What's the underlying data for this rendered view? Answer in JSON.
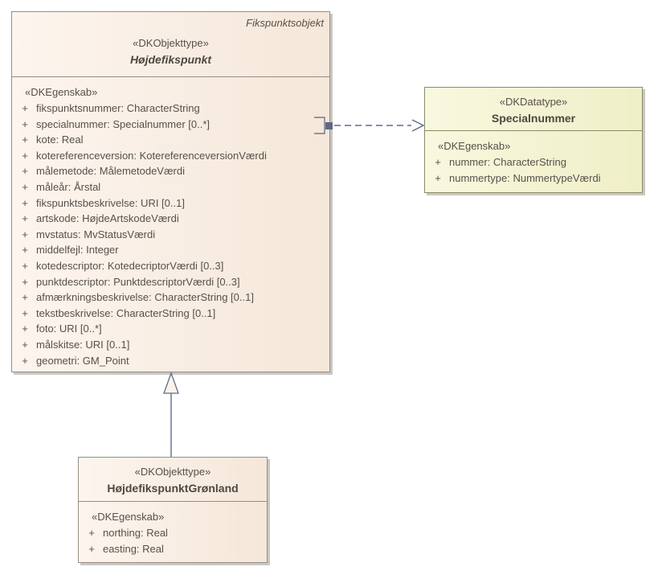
{
  "colors": {
    "class_fill_light": "#fdf5ee",
    "class_fill_dark": "#f5e7d9",
    "datatype_fill_light": "#f8f8df",
    "datatype_fill_dark": "#efefc7",
    "class_border": "#968e85",
    "datatype_border": "#8b8a68",
    "text": "#57504a",
    "connector": "#5d6c8e",
    "background": "#ffffff"
  },
  "classes": [
    {
      "tagline": "Fikspunktsobjekt",
      "stereotype": "«DKObjekttype»",
      "name": "Højdefikspunkt",
      "section": "«DKEgenskab»",
      "attributes": [
        {
          "vis": "+",
          "text": "fikspunktsnummer: CharacterString"
        },
        {
          "vis": "+",
          "text": "specialnummer: Specialnummer [0..*]"
        },
        {
          "vis": "+",
          "text": "kote: Real"
        },
        {
          "vis": "+",
          "text": "kotereferenceversion: KotereferenceversionVærdi"
        },
        {
          "vis": "+",
          "text": "målemetode: MålemetodeVærdi"
        },
        {
          "vis": "+",
          "text": "måleår: Årstal"
        },
        {
          "vis": "+",
          "text": "fikspunktsbeskrivelse: URI [0..1]"
        },
        {
          "vis": "+",
          "text": "artskode: HøjdeArtskodeVærdi"
        },
        {
          "vis": "+",
          "text": "mvstatus: MvStatusVærdi"
        },
        {
          "vis": "+",
          "text": "middelfejl: Integer"
        },
        {
          "vis": "+",
          "text": "kotedescriptor: KotedecriptorVærdi [0..3]"
        },
        {
          "vis": "+",
          "text": "punktdescriptor: PunktdescriptorVærdi [0..3]"
        },
        {
          "vis": "+",
          "text": "afmærkningsbeskrivelse: CharacterString [0..1]"
        },
        {
          "vis": "+",
          "text": "tekstbeskrivelse: CharacterString [0..1]"
        },
        {
          "vis": "+",
          "text": "foto: URI [0..*]"
        },
        {
          "vis": "+",
          "text": "målskitse: URI [0..1]"
        },
        {
          "vis": "+",
          "text": "geometri: GM_Point"
        }
      ]
    },
    {
      "stereotype": "«DKDatatype»",
      "name": "Specialnummer",
      "section": "«DKEgenskab»",
      "attributes": [
        {
          "vis": "+",
          "text": "nummer: CharacterString"
        },
        {
          "vis": "+",
          "text": "nummertype: NummertypeVærdi"
        }
      ]
    },
    {
      "stereotype": "«DKObjekttype»",
      "name": "HøjdefikspunktGrønland",
      "section": "«DKEgenskab»",
      "attributes": [
        {
          "vis": "+",
          "text": "northing: Real"
        },
        {
          "vis": "+",
          "text": "easting: Real"
        }
      ]
    }
  ],
  "relations": [
    {
      "type": "dependency",
      "style": "dashed-open-arrow",
      "from": "Højdefikspunkt",
      "to": "Specialnummer"
    },
    {
      "type": "generalization",
      "style": "solid-hollow-triangle",
      "from": "HøjdefikspunktGrønland",
      "to": "Højdefikspunkt"
    }
  ]
}
